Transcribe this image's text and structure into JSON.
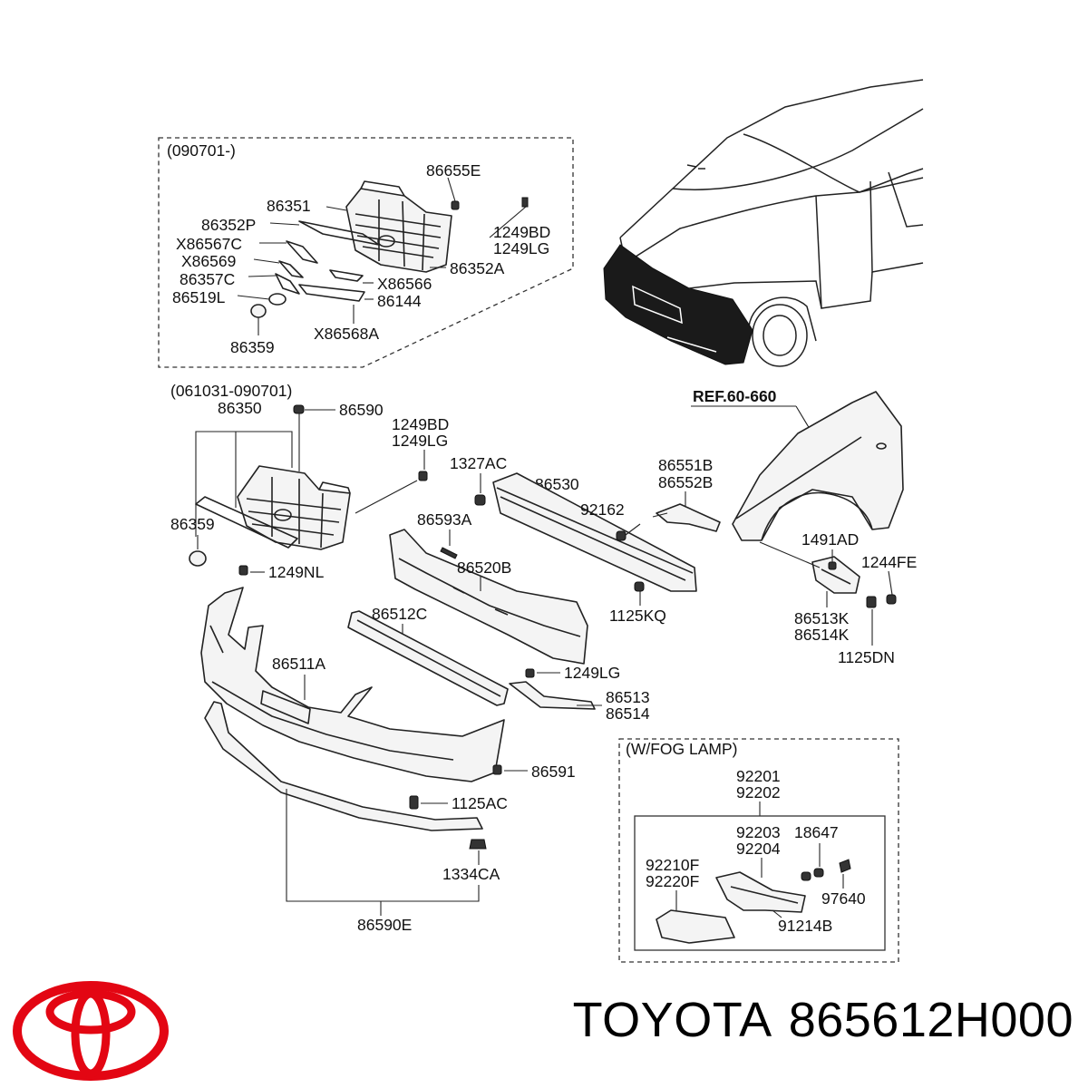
{
  "groups": {
    "upper_box": "(090701-)",
    "middle_group": "(061031-090701)",
    "fog_box": "(W/FOG LAMP)",
    "fender_ref": "REF.60-660"
  },
  "parts": {
    "p86655E": "86655E",
    "p86351": "86351",
    "p86352P": "86352P",
    "pX86567C": "X86567C",
    "pX86569": "X86569",
    "p86357C": "86357C",
    "p86519L": "86519L",
    "p86359_top": "86359",
    "p1249BD_top": "1249BD",
    "p1249LG_top": "1249LG",
    "p86352A": "86352A",
    "pX86566": "X86566",
    "p86144": "86144",
    "pX86568A": "X86568A",
    "p86350": "86350",
    "p86590": "86590",
    "p1249BD_mid": "1249BD",
    "p1249LG_mid": "1249LG",
    "p86359_mid": "86359",
    "p1327AC": "1327AC",
    "p86530": "86530",
    "p86551B": "86551B",
    "p86552B": "86552B",
    "p92162": "92162",
    "p86593A": "86593A",
    "p86520B": "86520B",
    "p1249NL": "1249NL",
    "p1125KQ": "1125KQ",
    "p86512C": "86512C",
    "p86511A": "86511A",
    "p1249LG_low": "1249LG",
    "p86513": "86513",
    "p86514": "86514",
    "p86591": "86591",
    "p1125AC": "1125AC",
    "p1334CA": "1334CA",
    "p86590E": "86590E",
    "p1491AD": "1491AD",
    "p1244FE": "1244FE",
    "p86513K": "86513K",
    "p86514K": "86514K",
    "p1125DN": "1125DN",
    "p92201": "92201",
    "p92202": "92202",
    "p92203": "92203",
    "p92204": "92204",
    "p18647": "18647",
    "p92210F": "92210F",
    "p92220F": "92220F",
    "p97640": "97640",
    "p91214B": "91214B"
  },
  "footer": {
    "brand": "TOYOTA",
    "part_number": "865612H000"
  },
  "logo_color": "#e30613"
}
